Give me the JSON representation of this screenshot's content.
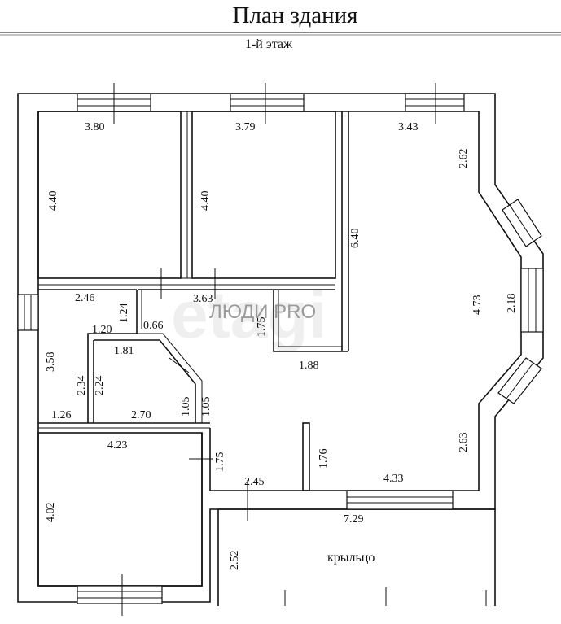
{
  "title": "План здания",
  "subtitle": "1-й этаж",
  "watermark": {
    "brand": "ЛЮДИ PRO",
    "logo": "etagi"
  },
  "porch_label": "крыльцо",
  "dimensions": {
    "room1_width": "3.80",
    "room2_width": "3.79",
    "room3_width": "3.43",
    "bay_upper": "2.62",
    "room1_depth": "4.40",
    "room2_depth": "4.40",
    "partition_len": "6.40",
    "living_depth": "4.73",
    "bay_window": "2.18",
    "bay_lower": "2.63",
    "hall_width": "2.46",
    "hall_mid_width": "3.63",
    "closet_depth": "1.24",
    "closet_small": "0.66",
    "closet_width": "1.20",
    "stair_height": "1.75",
    "stair_width": "1.88",
    "hall_depth": "3.58",
    "bath_depth_a": "2.34",
    "bath_depth_b": "2.24",
    "bath_width": "1.81",
    "bath_side_a": "1.05",
    "bath_side_b": "1.05",
    "corridor_width": "1.26",
    "bath_bottom": "2.70",
    "room4_width": "4.23",
    "room4_depth": "4.02",
    "door_gap": "1.75",
    "partition_short": "1.76",
    "entry_width": "2.45",
    "living_bottom": "4.33",
    "porch_width": "7.29",
    "porch_depth": "2.52"
  }
}
